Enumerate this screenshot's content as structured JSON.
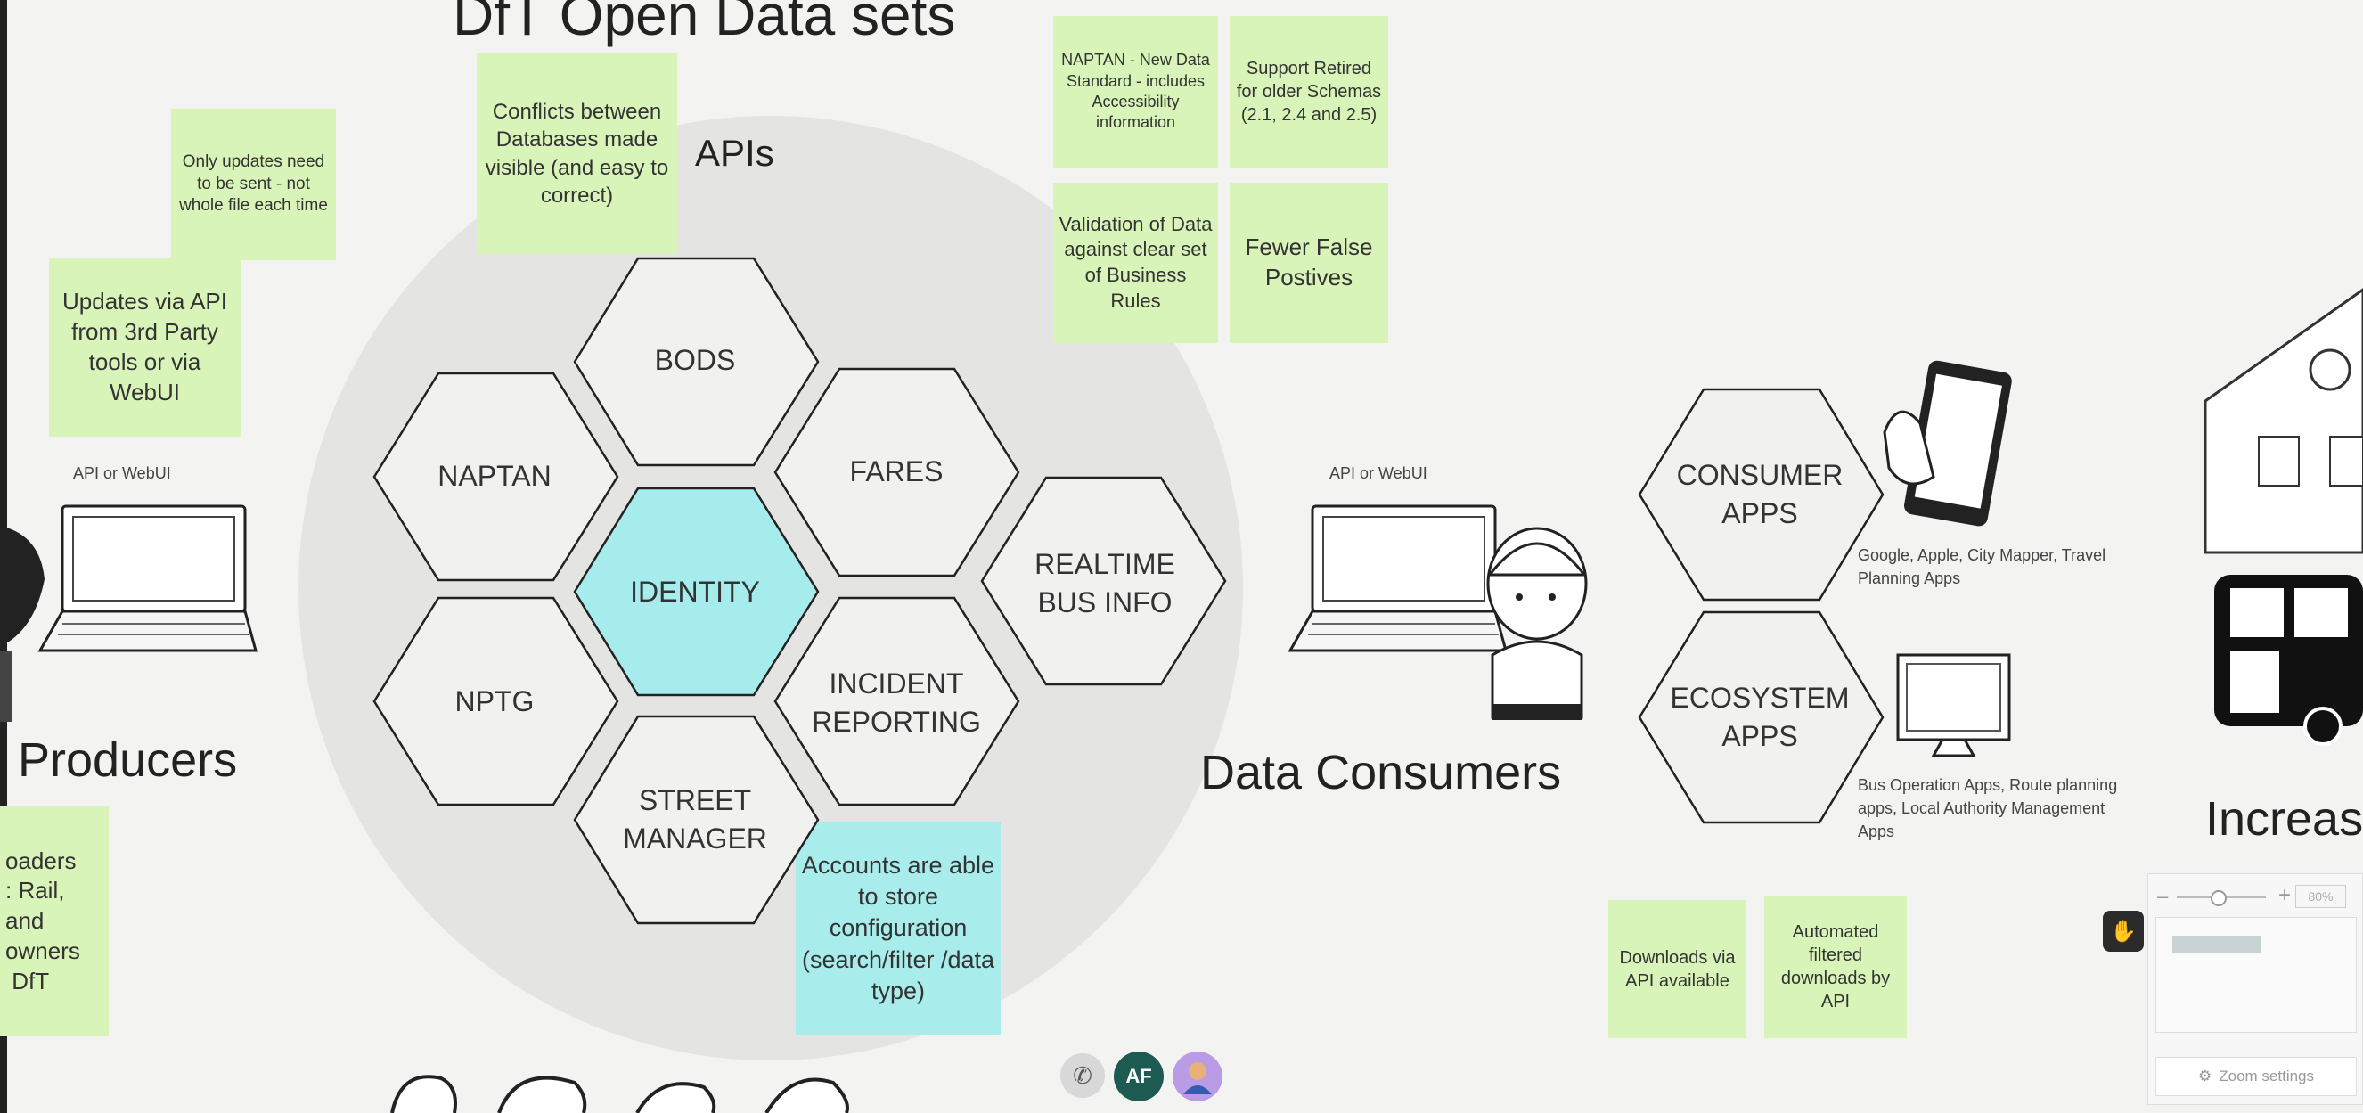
{
  "board_title": "DfT Open Data sets",
  "apis_label": "APIs",
  "producers_label": "Producers",
  "consumers_label": "Data Consumers",
  "increase_label": "Increas",
  "api_webui_left": "API or WebUI",
  "api_webui_right": "API or WebUI",
  "hexagons": {
    "bods": "BODS",
    "naptan": "NAPTAN",
    "fares": "FARES",
    "identity": "IDENTITY",
    "realtime": "REALTIME\nBUS INFO",
    "nptg": "NPTG",
    "incident": "INCIDENT\nREPORTING",
    "street": "STREET\nMANAGER",
    "consumer_apps": "CONSUMER\nAPPS",
    "ecosystem_apps": "ECOSYSTEM\nAPPS"
  },
  "stickies": {
    "only_updates": "Only updates need to be sent - not whole file each time",
    "updates_via_api": "Updates via API from 3rd Party tools or via WebUI",
    "conflicts": "Conflicts between Databases made visible (and easy to correct)",
    "naptan_new": "NAPTAN - New Data Standard - includes Accessibility information",
    "support_retired": "Support Retired for older Schemas (2.1, 2.4 and 2.5)",
    "validation": "Validation of Data against clear set of Business Rules",
    "fewer_false": "Fewer False Postives",
    "accounts": "Accounts are able to store configuration (search/filter /data type)",
    "downloads_api": "Downloads via API available",
    "automated": "Automated filtered downloads by API",
    "producers_partial": "oaders\n: Rail,\nand\nowners\n DfT"
  },
  "descriptions": {
    "consumer_apps_desc": "Google, Apple, City Mapper, Travel Planning Apps",
    "ecosystem_desc": "Bus Operation Apps, Route planning apps, Local Authority Management Apps"
  },
  "zoom": {
    "settings_label": "Zoom settings",
    "percent": "80%"
  },
  "participants": {
    "af_initials": "AF"
  },
  "colors": {
    "sticky_green": "#d9f4b8",
    "sticky_teal": "#a9ecec",
    "identity_fill": "#a6ecec",
    "background": "#f3f3f2"
  }
}
